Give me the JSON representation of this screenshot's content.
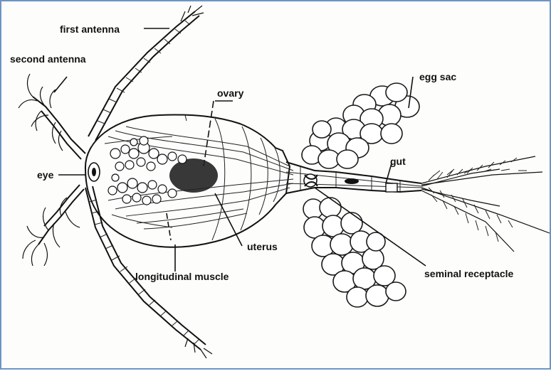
{
  "diagram": {
    "border_color": "#6f94c4",
    "labels": {
      "first_antenna": "first antenna",
      "second_antenna": "second antenna",
      "ovary": "ovary",
      "egg_sac": "egg sac",
      "eye": "eye",
      "gut": "gut",
      "uterus": "uterus",
      "longitudinal_muscle": "longitudinal muscle",
      "seminal_receptacle": "seminal receptacle"
    }
  }
}
